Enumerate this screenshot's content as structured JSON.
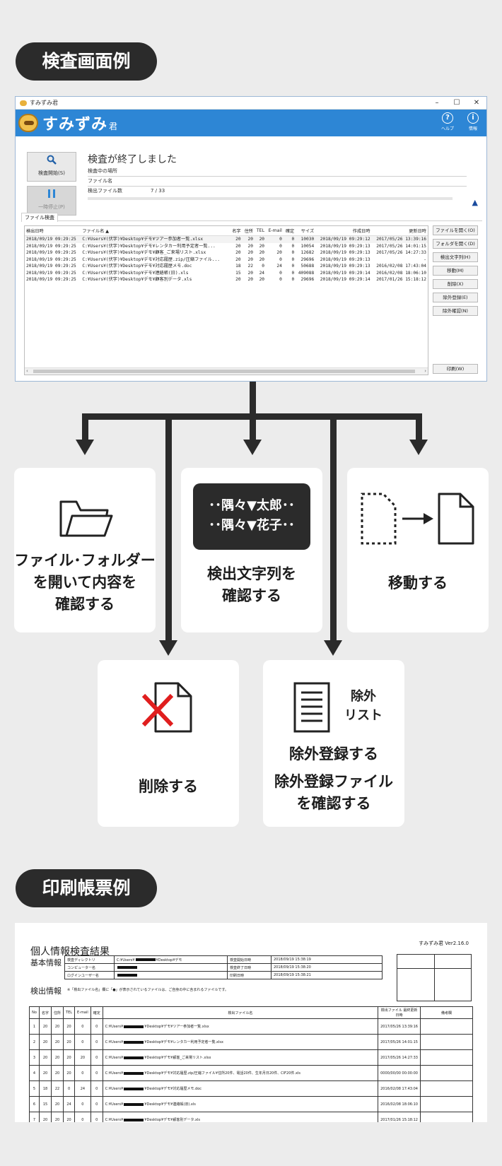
{
  "section1": {
    "title": "検査画面例"
  },
  "section2": {
    "title": "印刷帳票例"
  },
  "app": {
    "window_title": "すみずみ君",
    "window_controls": [
      "–",
      "☐",
      "✕"
    ],
    "brand": "すみずみ",
    "brand_suffix": "君",
    "help_glyph": "?",
    "help_label": "ヘルプ",
    "info_glyph": "i",
    "info_label": "情報",
    "scan_button": "検査開始(S)",
    "pause_button": "一時停止(P)",
    "status": "検査が終了しました",
    "label_location": "検査中の場所",
    "label_file": "ファイル名",
    "label_count": "検出ファイル数",
    "count_value": "7 / 33",
    "tab": "ファイル検査",
    "columns": [
      "検出日時",
      "ファイル名 ▲",
      "名字",
      "住所",
      "TEL",
      "E-mail",
      "確定",
      "サイズ",
      "作成日時",
      "更新日時"
    ],
    "rows": [
      [
        "2018/09/19 09:29:25",
        "C:¥Users¥(伏字)¥Desktop¥デモ¥ツアー参加者一覧.xlsx",
        "20",
        "20",
        "20",
        "0",
        "0",
        "10030",
        "2018/09/19 09:29:12",
        "2017/05/26 13:39:16"
      ],
      [
        "2018/09/19 09:29:25",
        "C:¥Users¥(伏字)¥Desktop¥デモ¥レンタカー利用予定者一覧...",
        "20",
        "20",
        "20",
        "0",
        "0",
        "10054",
        "2018/09/19 09:29:13",
        "2017/05/26 14:01:15"
      ],
      [
        "2018/09/19 09:29:25",
        "C:¥Users¥(伏字)¥Desktop¥デモ¥顧客_ご来場リスト.xlsx",
        "20",
        "20",
        "20",
        "20",
        "0",
        "12682",
        "2018/09/19 09:29:13",
        "2017/05/26 14:27:33"
      ],
      [
        "2018/09/19 09:29:25",
        "C:¥Users¥(伏字)¥Desktop¥デモ¥対応履歴.zip/圧縮ファイル...",
        "20",
        "20",
        "20",
        "0",
        "0",
        "29696",
        "2018/09/19 09:29:13",
        "-"
      ],
      [
        "2018/09/19 09:29:25",
        "C:¥Users¥(伏字)¥Desktop¥デモ¥対応履歴メモ.doc",
        "18",
        "22",
        "0",
        "24",
        "0",
        "50688",
        "2018/09/19 09:29:13",
        "2016/02/08 17:43:04"
      ],
      [
        "2018/09/19 09:29:25",
        "C:¥Users¥(伏字)¥Desktop¥デモ¥連絡帳(旧).xls",
        "15",
        "20",
        "24",
        "0",
        "0",
        "409088",
        "2018/09/19 09:29:14",
        "2016/02/08 18:06:10"
      ],
      [
        "2018/09/19 09:29:25",
        "C:¥Users¥(伏字)¥Desktop¥デモ¥顧客別データ.xls",
        "20",
        "20",
        "20",
        "0",
        "0",
        "29696",
        "2018/09/19 09:29:14",
        "2017/01/26 15:18:12"
      ]
    ],
    "side_buttons": [
      "ファイルを開く(O)",
      "フォルダを開く(D)",
      "検出文字列(H)",
      "移動(M)",
      "削除(X)",
      "除外登録(E)",
      "除外確認(N)"
    ],
    "print_button": "印刷(W)"
  },
  "cards": {
    "open": [
      "ファイル･フォルダー",
      "を開いて内容を",
      "確認する"
    ],
    "detect_box": [
      "･･隅々▼太郎･･",
      "･･隅々▼花子･･"
    ],
    "detect": [
      "検出文字列を",
      "確認する"
    ],
    "move": [
      "移動する"
    ],
    "delete": [
      "削除する"
    ],
    "exclude_label": [
      "除外",
      "リスト"
    ],
    "exclude": [
      "除外登録する",
      "除外登録ファイル",
      "を確認する"
    ]
  },
  "icons": [
    "folder-icon",
    "move-file-icon",
    "delete-file-icon",
    "exclusion-list-icon",
    "search-icon",
    "pause-icon"
  ],
  "colors": {
    "accent": "#2d86d5",
    "dark": "#2b2b2b",
    "delete_mark": "#e01e1e",
    "background": "#ececec"
  },
  "report": {
    "title": "個人情報検査結果",
    "version": "すみずみ君 Ver2.16.0",
    "basic_heading": "基本情報",
    "detect_heading": "検出情報",
    "note": "※「検出ファイル名」欄に「●」が表示されているファイルは、ご自身の中に含まれるファイルです。",
    "info_rows": [
      [
        "検査ディレクトリ",
        "C:¥Users¥",
        "¥Desktop¥デモ",
        "検査開始日時",
        "2018/09/19 15:38:19"
      ],
      [
        "コンピューター名",
        "",
        "",
        "検査終了日時",
        "2018/09/19 15:38:20"
      ],
      [
        "ログインユーザー名",
        "",
        "",
        "印刷日時",
        "2018/09/19 15:38:21"
      ]
    ],
    "columns": [
      "No",
      "名字",
      "住所",
      "TEL",
      "E-mail",
      "確定",
      "検出ファイル名",
      "検出ファイル 最終更新日時",
      "備考欄"
    ],
    "rows": [
      [
        "1",
        "20",
        "20",
        "20",
        "0",
        "0",
        "C:¥Users¥",
        "¥Desktop¥デモ¥ツアー参加者一覧.xlsx",
        "2017/05/26 13:39:16"
      ],
      [
        "2",
        "20",
        "20",
        "20",
        "0",
        "0",
        "C:¥Users¥",
        "¥Desktop¥デモ¥レンタカー利用予定者一覧.xlsx",
        "2017/05/26 14:01:15"
      ],
      [
        "3",
        "20",
        "20",
        "20",
        "20",
        "0",
        "C:¥Users¥",
        "¥Desktop¥デモ¥顧客_ご来場リスト.xlsx",
        "2017/05/26 14:27:33"
      ],
      [
        "4",
        "20",
        "20",
        "20",
        "0",
        "0",
        "C:¥Users¥",
        "¥Desktop¥デモ¥対応履歴.zip/圧縮ファイル¥住所20件、電話20件、生年月日20件、CIF20件.xls",
        "0000/00/00 00:00:00"
      ],
      [
        "5",
        "18",
        "22",
        "0",
        "24",
        "0",
        "C:¥Users¥",
        "¥Desktop¥デモ¥対応履歴メモ.doc",
        "2016/02/08 17:43:04"
      ],
      [
        "6",
        "15",
        "20",
        "24",
        "0",
        "0",
        "C:¥Users¥",
        "¥Desktop¥デモ¥連絡帳(旧).xls",
        "2016/02/08 18:06:10"
      ],
      [
        "7",
        "20",
        "20",
        "20",
        "0",
        "0",
        "C:¥Users¥",
        "¥Desktop¥デモ¥顧客別データ.xls",
        "2017/01/26 15:18:12"
      ]
    ]
  }
}
